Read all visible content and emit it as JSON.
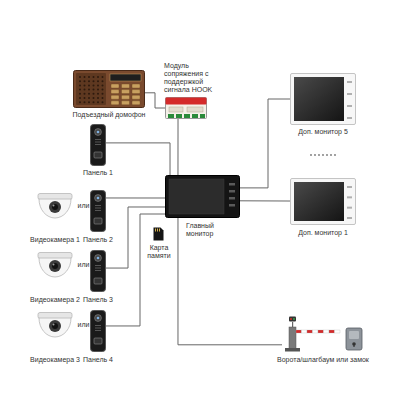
{
  "diagram": {
    "nodes": [
      {
        "text": [
          "Подъездный домофон"
        ]
      },
      {
        "text": [
          "Модуль сопряжения с поддержкой сигнала HOOK"
        ]
      },
      {
        "text": [
          "Панель 1"
        ]
      },
      {
        "text": [
          "Главный монитор"
        ]
      },
      {
        "text": [
          "Видеокамера 1"
        ]
      },
      {
        "text": [
          "Панель 2"
        ]
      },
      {
        "text": [
          "Видеокамера 2"
        ]
      },
      {
        "text": [
          "Панель 3"
        ]
      },
      {
        "text": [
          "Видеокамера 3"
        ]
      },
      {
        "text": [
          "Панель 4"
        ]
      },
      {
        "text": [
          "Карта памяти"
        ]
      },
      {
        "text": [
          "Доп. монитор 5"
        ]
      },
      {
        "text": [
          "Доп. монитор 1"
        ]
      },
      {
        "text": [
          "Ворота/шлагбаум или замок"
        ]
      }
    ],
    "edges": [
      {
        "from": 0,
        "to": 1,
        "arrow": "none"
      },
      {
        "from": 1,
        "to": 3,
        "arrow": "none"
      },
      {
        "from": 2,
        "to": 3,
        "arrow": "none"
      },
      {
        "from": 5,
        "to": 3,
        "arrow": "none"
      },
      {
        "from": 7,
        "to": 3,
        "arrow": "none"
      },
      {
        "from": 9,
        "to": 3,
        "arrow": "none"
      },
      {
        "from": 3,
        "to": 11,
        "arrow": "none"
      },
      {
        "from": 3,
        "to": 12,
        "arrow": "none"
      },
      {
        "from": 3,
        "to": 13,
        "arrow": "none"
      }
    ],
    "labels": [
      "или",
      "или",
      "или"
    ]
  }
}
